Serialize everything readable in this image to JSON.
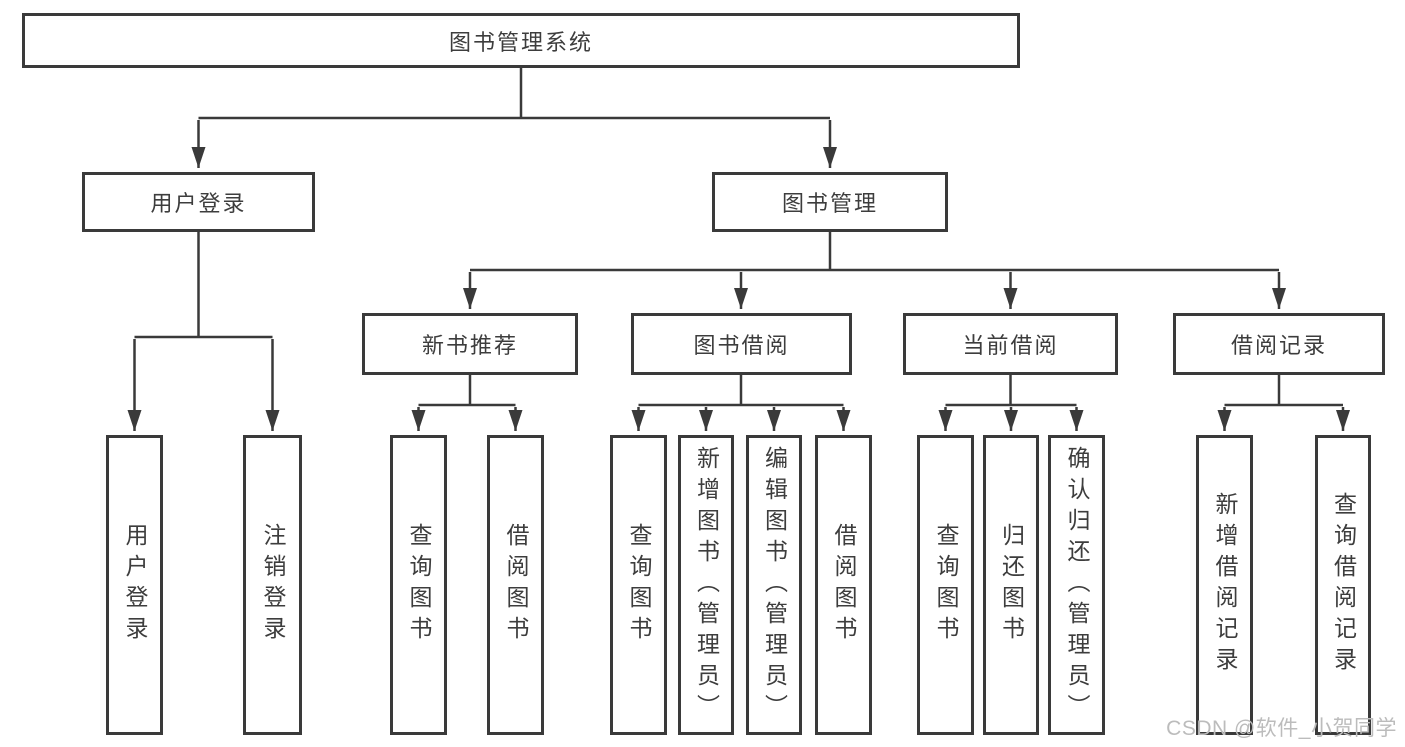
{
  "tree": {
    "label": "图书管理系统",
    "children": [
      {
        "label": "用户登录",
        "children": [
          {
            "label": "用户登录"
          },
          {
            "label": "注销登录"
          }
        ]
      },
      {
        "label": "图书管理",
        "children": [
          {
            "label": "新书推荐",
            "children": [
              {
                "label": "查询图书"
              },
              {
                "label": "借阅图书"
              }
            ]
          },
          {
            "label": "图书借阅",
            "children": [
              {
                "label": "查询图书"
              },
              {
                "label": "新增图书（管理员）"
              },
              {
                "label": "编辑图书（管理员）"
              },
              {
                "label": "借阅图书"
              }
            ]
          },
          {
            "label": "当前借阅",
            "children": [
              {
                "label": "查询图书"
              },
              {
                "label": "归还图书"
              },
              {
                "label": "确认归还（管理员）"
              }
            ]
          },
          {
            "label": "借阅记录",
            "children": [
              {
                "label": "新增借阅记录"
              },
              {
                "label": "查询借阅记录"
              }
            ]
          }
        ]
      }
    ]
  },
  "watermark": {
    "text": "CSDN @软件_小贺同学"
  },
  "colors": {
    "line": "#3a3a3a",
    "box_border": "#3a3a3a",
    "text": "#3d3d3d",
    "background": "#ffffff",
    "watermark": "#bcbcbc"
  }
}
